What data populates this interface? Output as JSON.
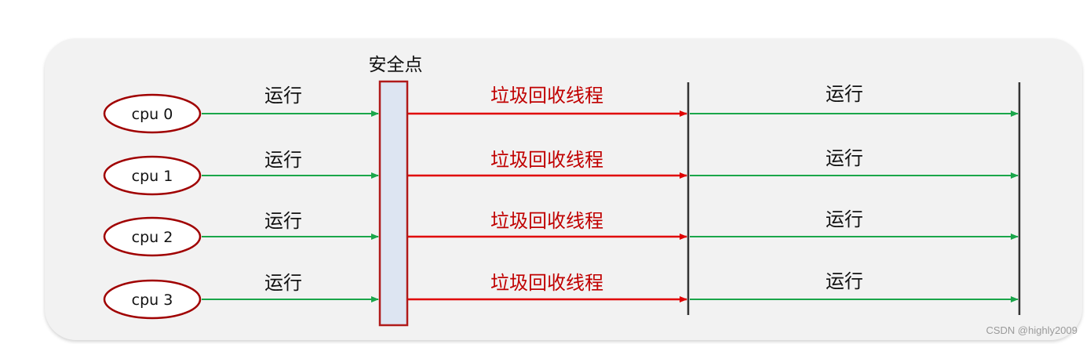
{
  "safepoint_label": "安全点",
  "rows": [
    {
      "cpu": "cpu 0",
      "run_label": "运行",
      "gc_label": "垃圾回收线程",
      "run_after_label": "运行"
    },
    {
      "cpu": "cpu 1",
      "run_label": "运行",
      "gc_label": "垃圾回收线程",
      "run_after_label": "运行"
    },
    {
      "cpu": "cpu 2",
      "run_label": "运行",
      "gc_label": "垃圾回收线程",
      "run_after_label": "运行"
    },
    {
      "cpu": "cpu 3",
      "run_label": "运行",
      "gc_label": "垃圾回收线程",
      "run_after_label": "运行"
    }
  ],
  "watermark": "CSDN @highly2009",
  "colors": {
    "run_arrow": "#1aa64a",
    "gc_arrow": "#e00000",
    "cpu_border": "#a00000",
    "safepoint_fill": "#dde5f2",
    "safepoint_border": "#b01a1a",
    "divider": "#333333"
  }
}
